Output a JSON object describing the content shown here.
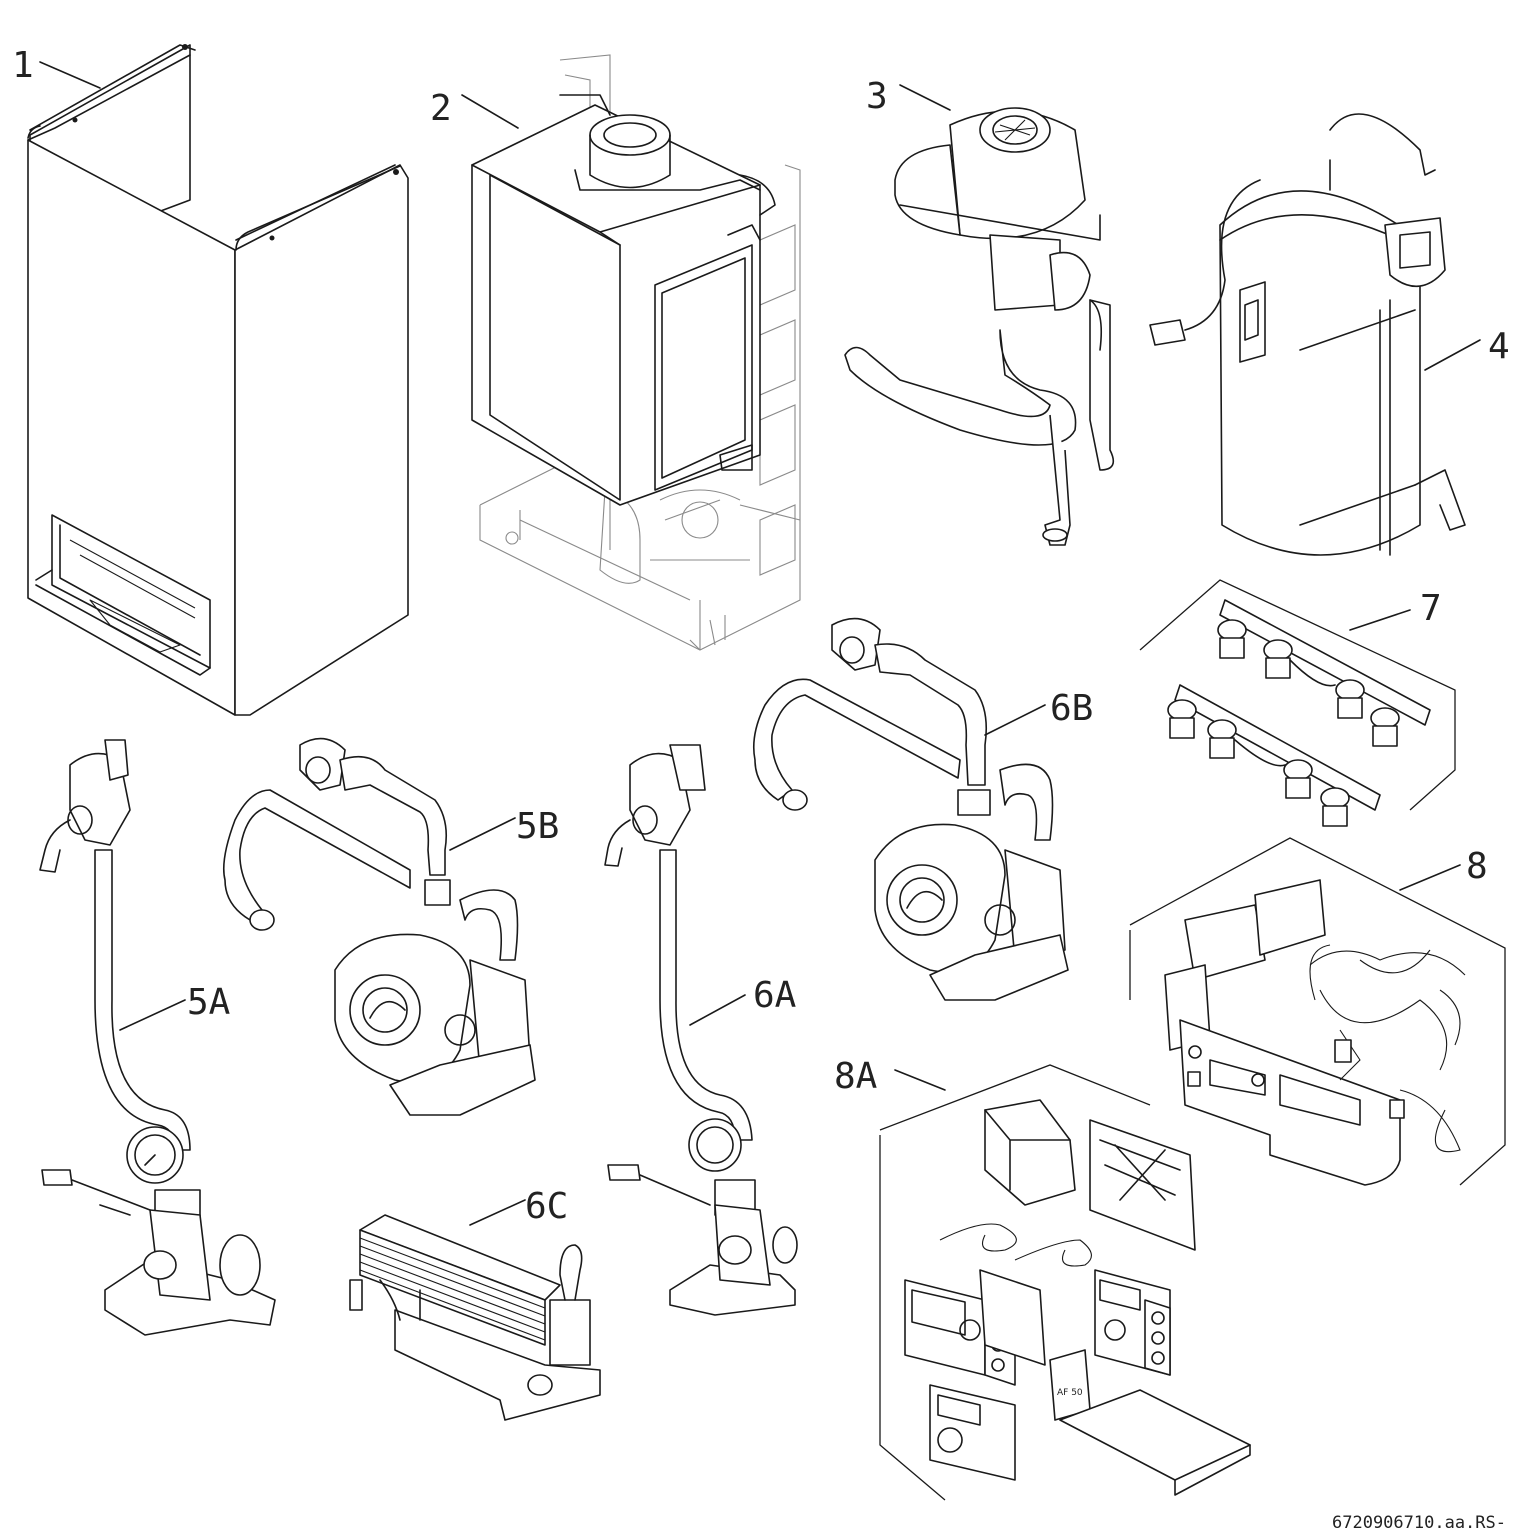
{
  "labels": {
    "p1": "1",
    "p2": "2",
    "p3": "3",
    "p4": "4",
    "p5a": "5A",
    "p5b": "5B",
    "p6a": "6A",
    "p6b": "6B",
    "p6c": "6C",
    "p7": "7",
    "p8": "8",
    "p8a": "8A"
  },
  "reference": "6720906710.aa.RS-",
  "sensor_text": "AF 50"
}
